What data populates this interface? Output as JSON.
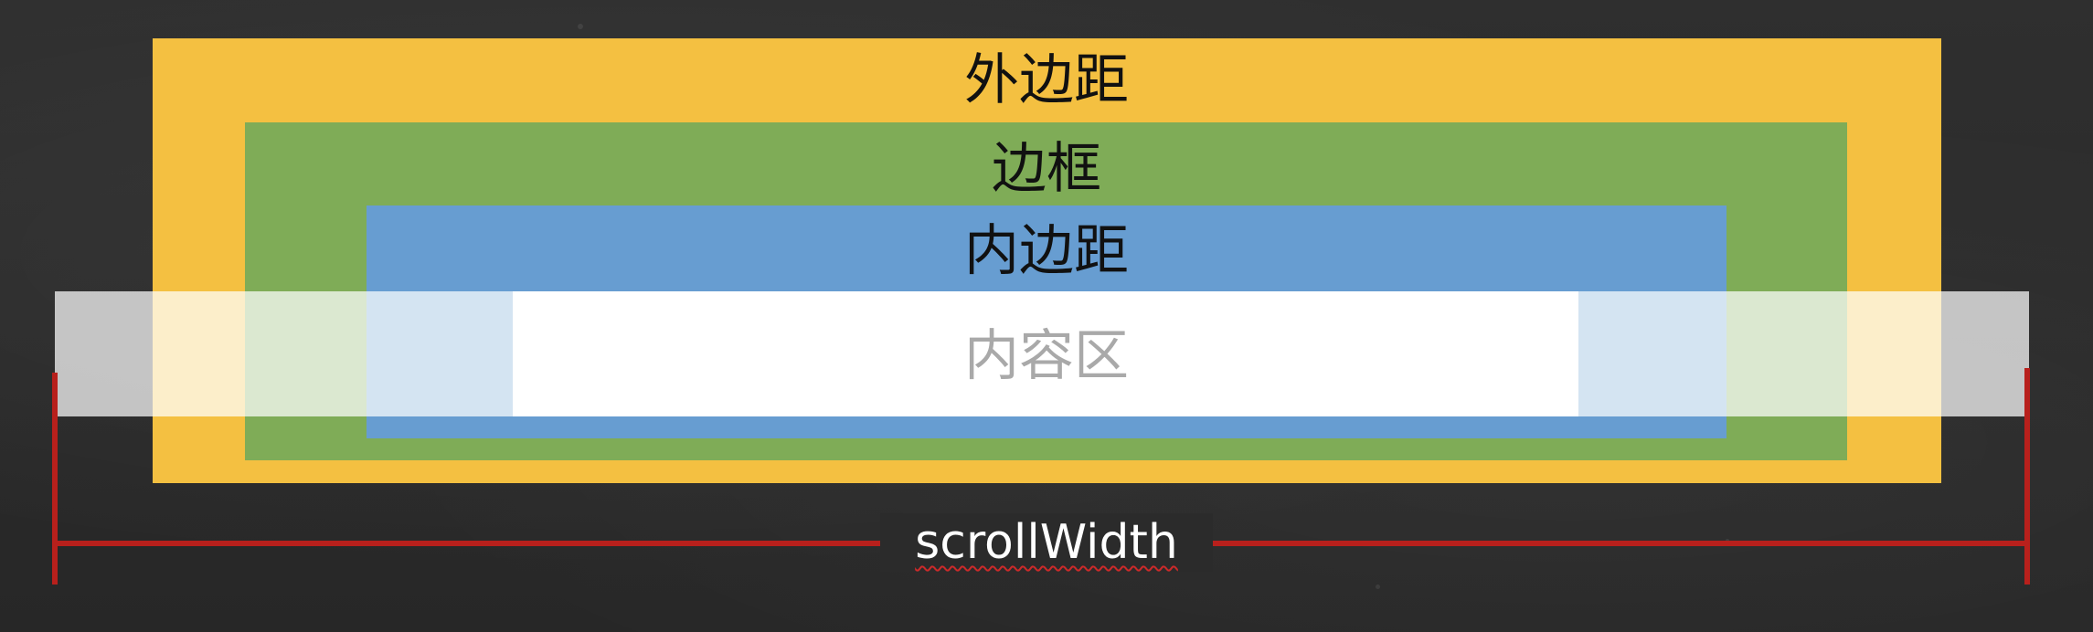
{
  "diagram": {
    "margin_label": "外边距",
    "border_label": "边框",
    "padding_label": "内边距",
    "content_label": "内容区",
    "measure_label": "scrollWidth"
  },
  "colors": {
    "margin": "#f4c041",
    "border": "#7fac57",
    "padding": "#679dd1",
    "content": "#ffffff",
    "measure_line": "#b8201c",
    "background": "#2b2b2b"
  }
}
